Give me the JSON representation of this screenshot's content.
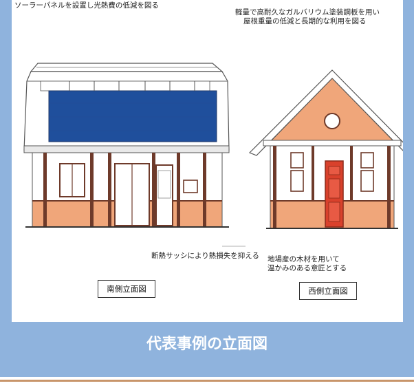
{
  "notes": {
    "solar": "ソーラーパネルを設置し光熱費の低減を図る",
    "roof_line1": "軽量で高耐久なガルバリウム塗装鋼板を用い",
    "roof_line2": "屋根重量の低減と長期的な利用を図る",
    "sash": "断熱サッシにより熱損失を抑える",
    "wood_line1": "地場産の木材を用いて",
    "wood_line2": "温かみのある意匠とする"
  },
  "labels": {
    "south": "南側立面図",
    "west": "西側立面図"
  },
  "caption": "代表事例の立面図",
  "colors": {
    "frame": "#8fb3dd",
    "solar_panel": "#1f4f9c",
    "wall_orange": "#f0a67a",
    "timber": "#6e3a2a",
    "door_red": "#d9412c"
  }
}
